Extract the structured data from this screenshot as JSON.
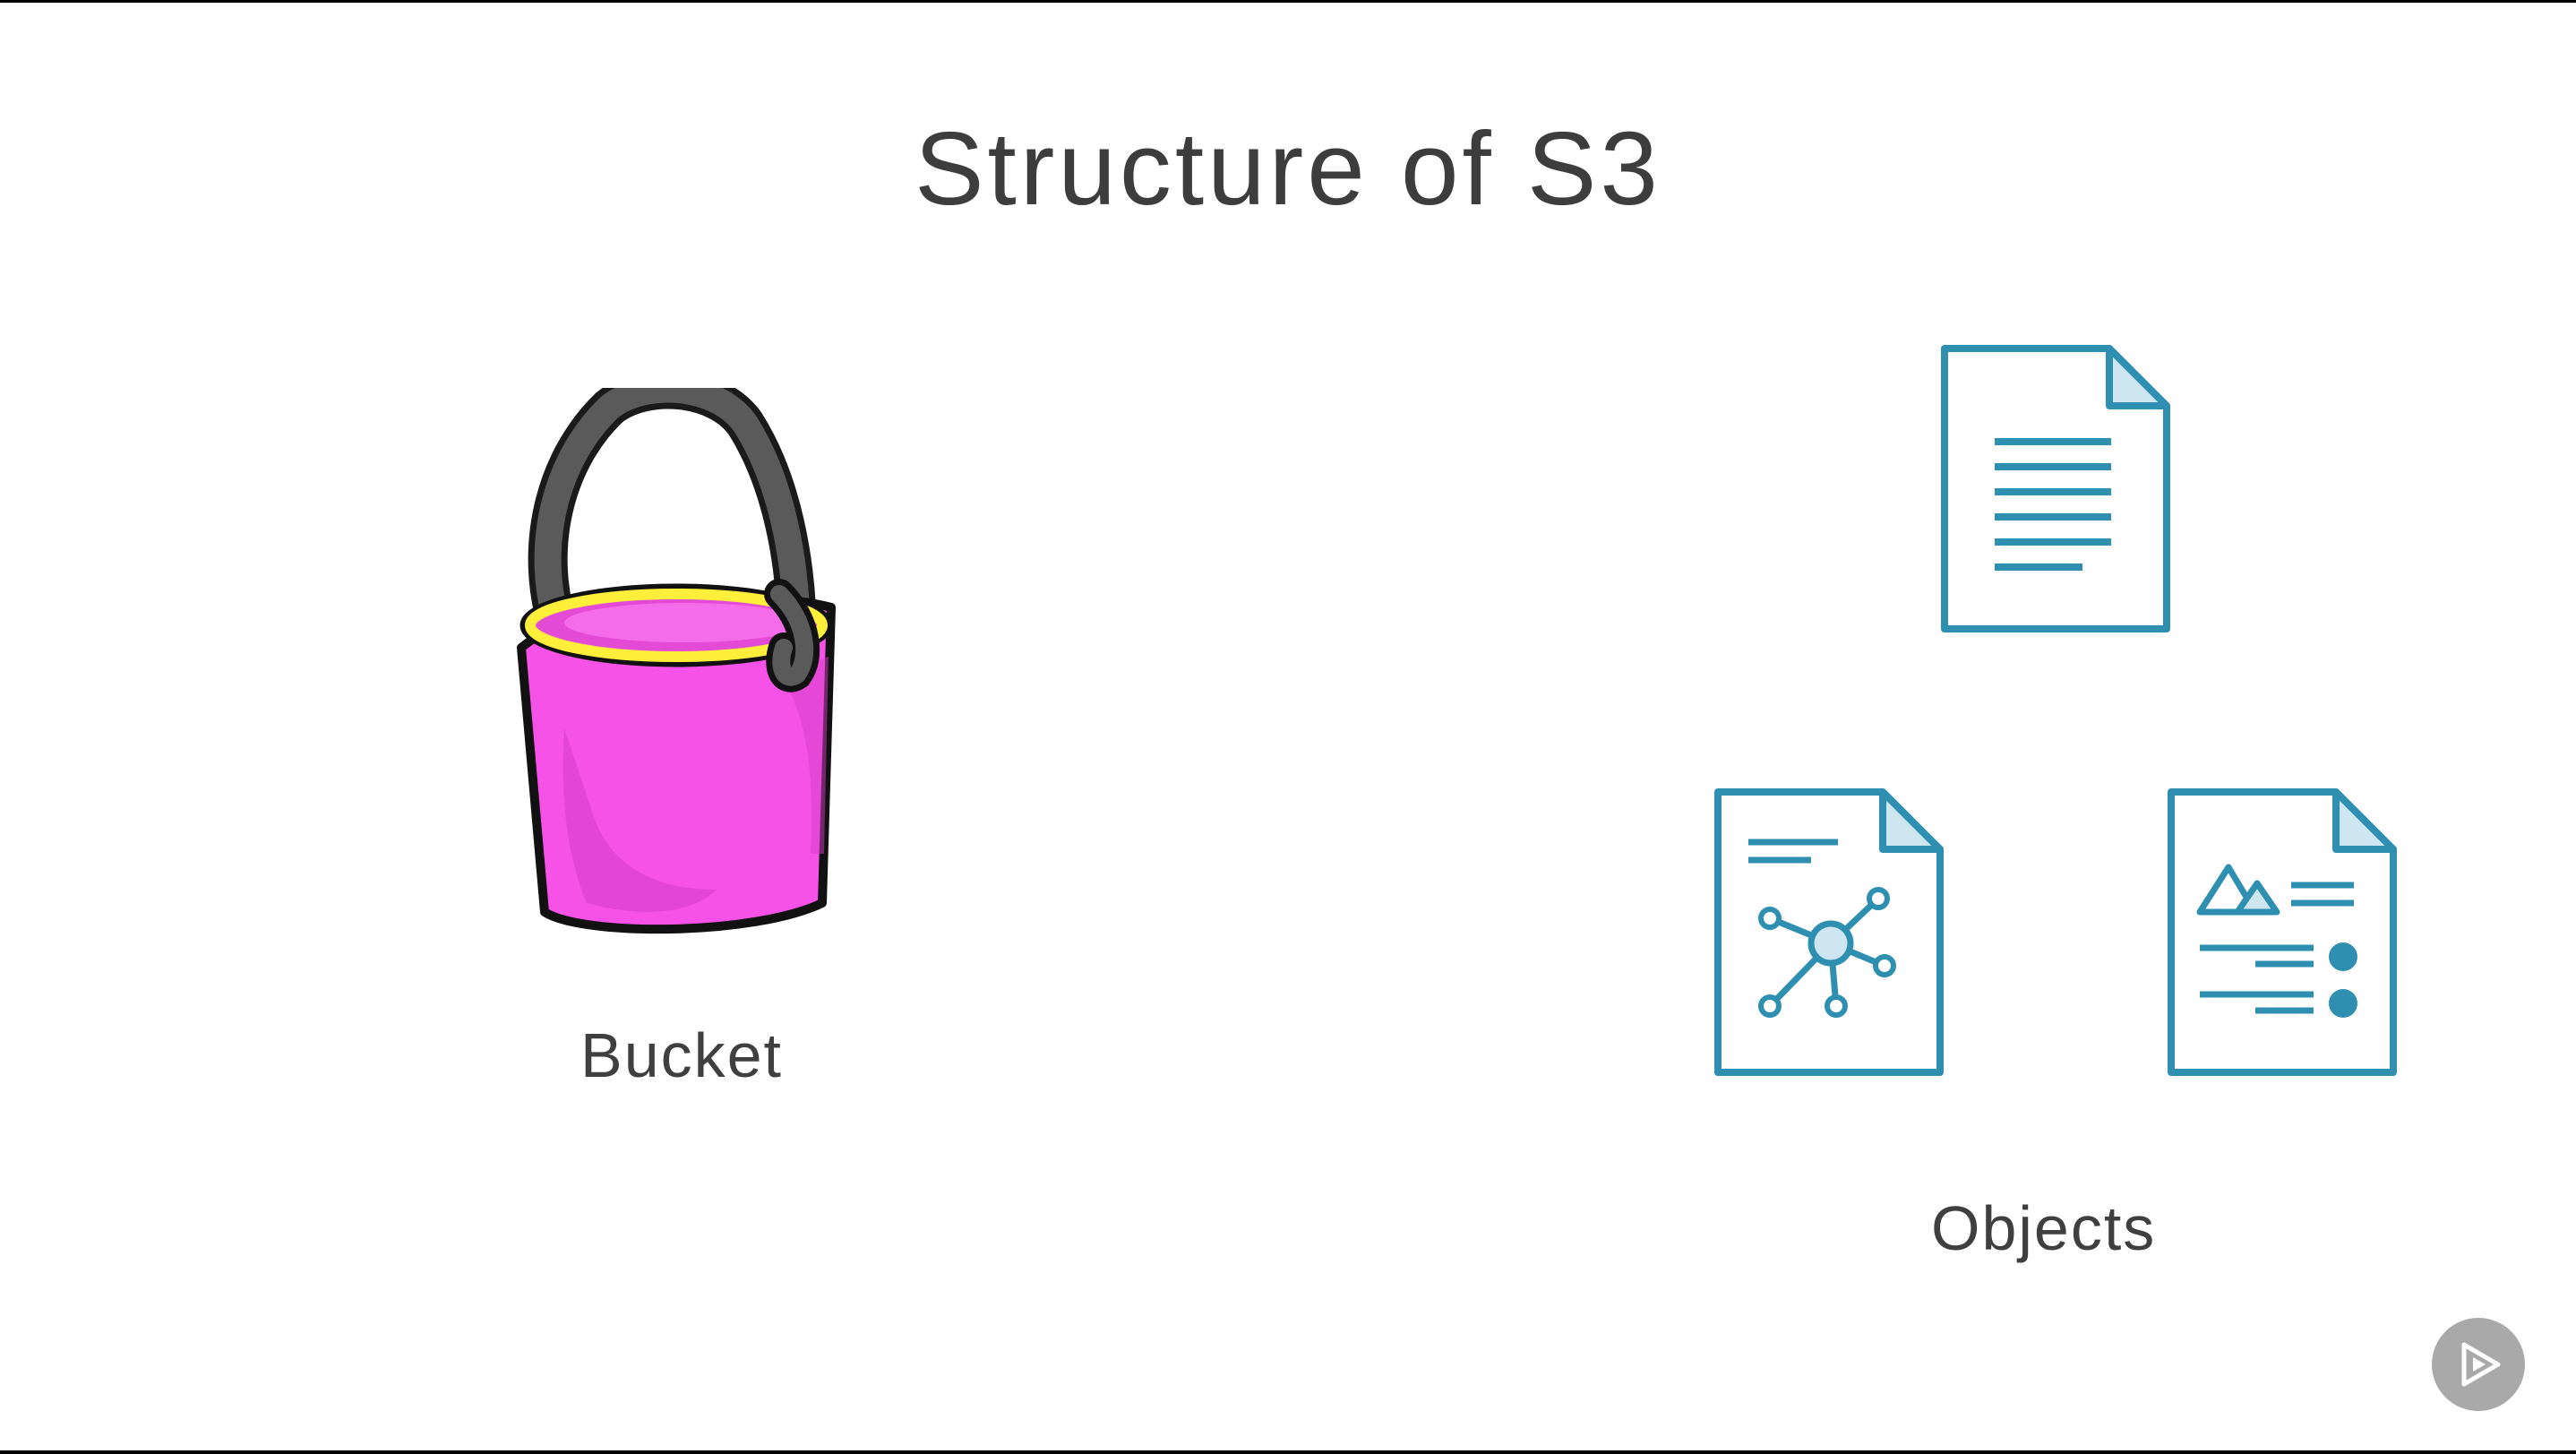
{
  "slide": {
    "title": "Structure of S3",
    "bucket_label": "Bucket",
    "objects_label": "Objects"
  },
  "icons": {
    "bucket": "bucket-icon",
    "text_document": "text-document-icon",
    "network_document": "network-document-icon",
    "media_document": "media-document-icon",
    "play": "play-icon"
  },
  "colors": {
    "background": "#ffffff",
    "text": "#3d3d3d",
    "document_stroke": "#2e8fb0",
    "document_fold": "#cde6f0",
    "bucket_body": "#f752e8",
    "bucket_rim": "#ffee3a",
    "bucket_handle": "#555555",
    "play_button": "#a9a9a9"
  }
}
